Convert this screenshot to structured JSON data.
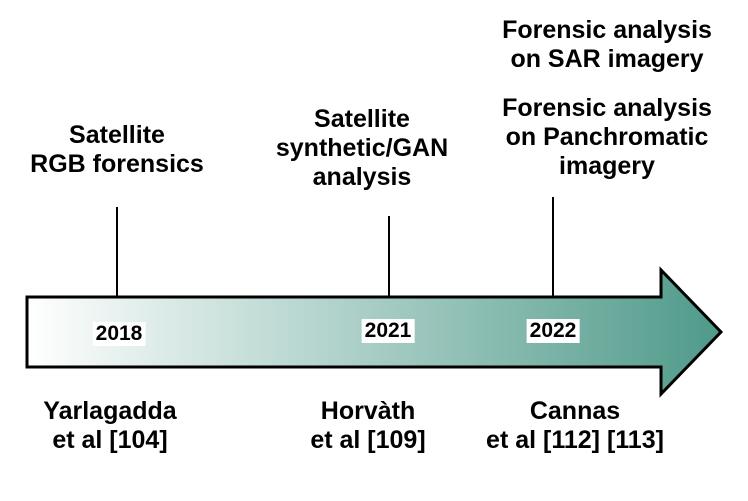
{
  "timeline": {
    "milestones": [
      {
        "year": "2018",
        "topic": [
          "Satellite",
          "RGB forensics"
        ],
        "authors": [
          "Yarlagadda",
          "et al [104]"
        ]
      },
      {
        "year": "2021",
        "topic": [
          "Satellite",
          "synthetic/GAN",
          "analysis"
        ],
        "authors": [
          "Horvàth",
          "et al [109]"
        ]
      },
      {
        "year": "2022",
        "topic": [
          "Forensic analysis",
          "on SAR imagery"
        ],
        "topic_2": [
          "Forensic analysis",
          "on Panchromatic",
          "imagery"
        ],
        "authors": [
          "Cannas",
          "et al [112] [113]"
        ]
      }
    ]
  },
  "colors": {
    "arrow_start": "#ffffff",
    "arrow_end": "#4f9a8a",
    "outline": "#000000"
  }
}
